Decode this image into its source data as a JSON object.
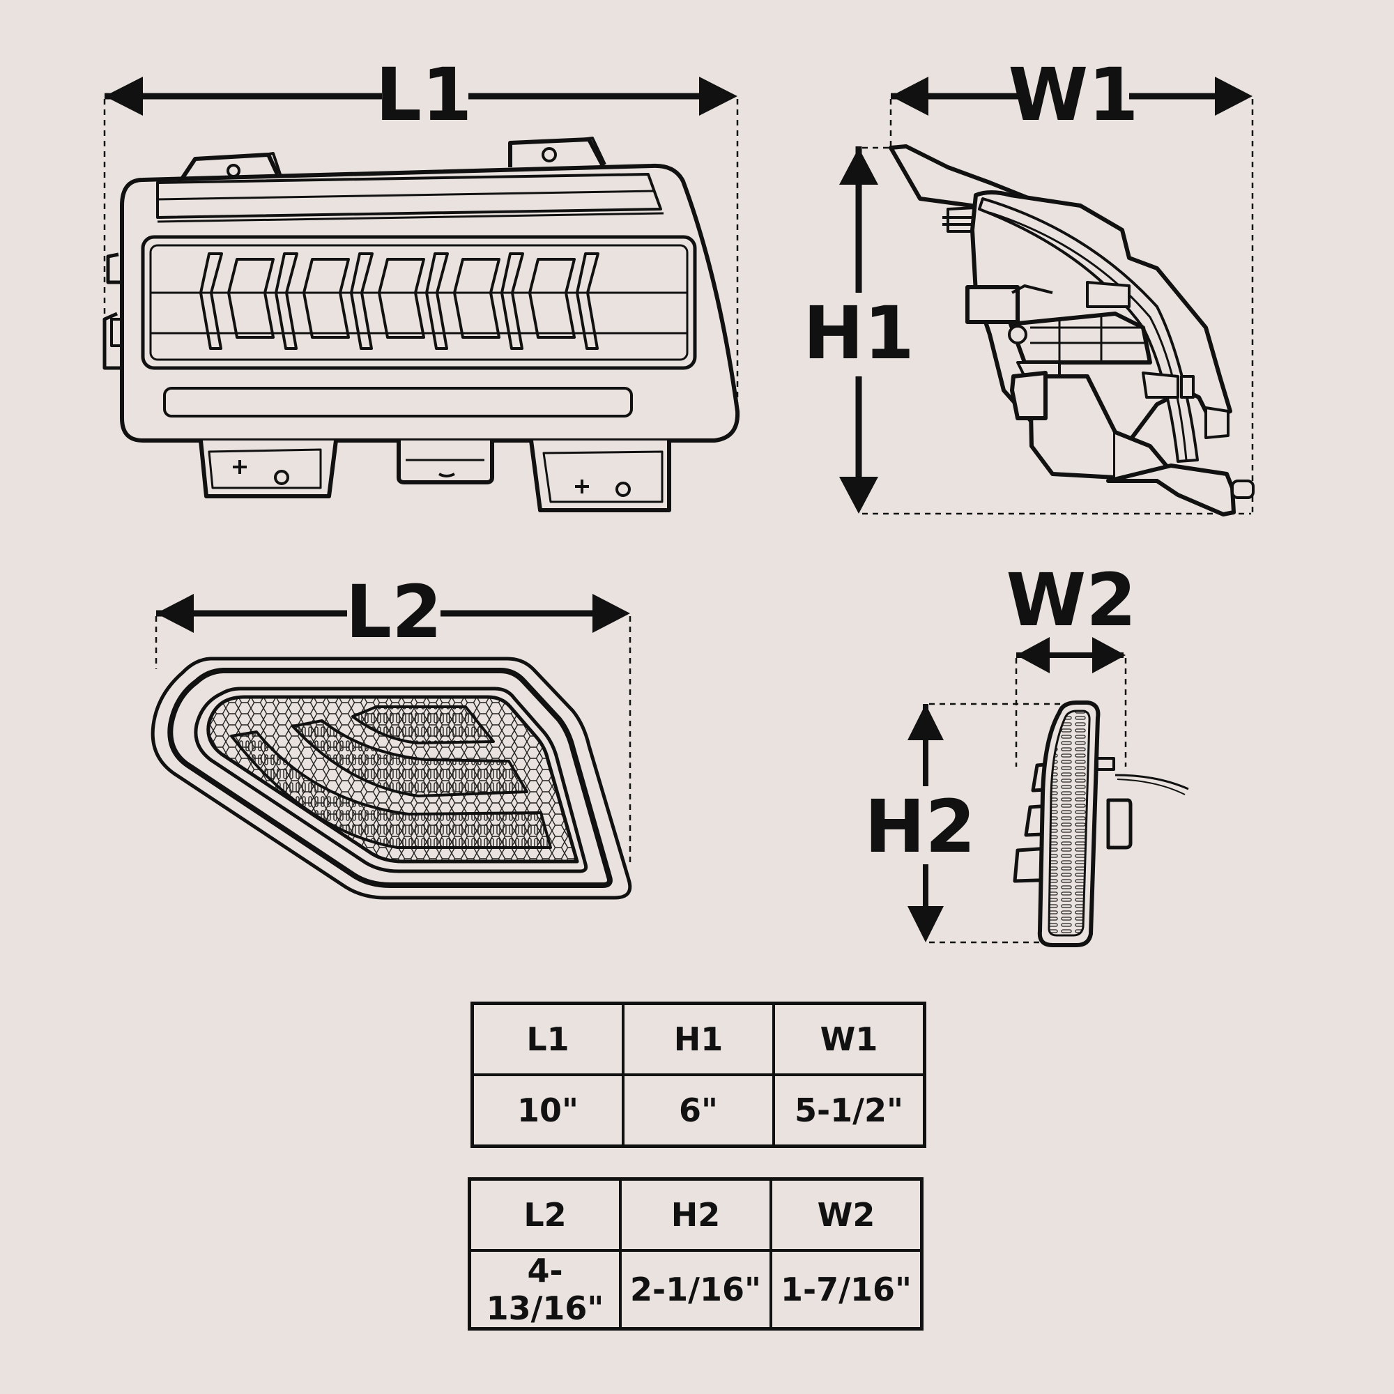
{
  "dimension_labels": {
    "L1": "L1",
    "W1": "W1",
    "H1": "H1",
    "L2": "L2",
    "W2": "W2",
    "H2": "H2"
  },
  "table1": {
    "headers": [
      "L1",
      "H1",
      "W1"
    ],
    "values": [
      "10\"",
      "6\"",
      "5-1/2\""
    ]
  },
  "table2": {
    "headers": [
      "L2",
      "H2",
      "W2"
    ],
    "values": [
      "4-13/16\"",
      "2-1/16\"",
      "1-7/16\""
    ]
  },
  "colors": {
    "background": "#e9e2de",
    "ink": "#111111"
  }
}
